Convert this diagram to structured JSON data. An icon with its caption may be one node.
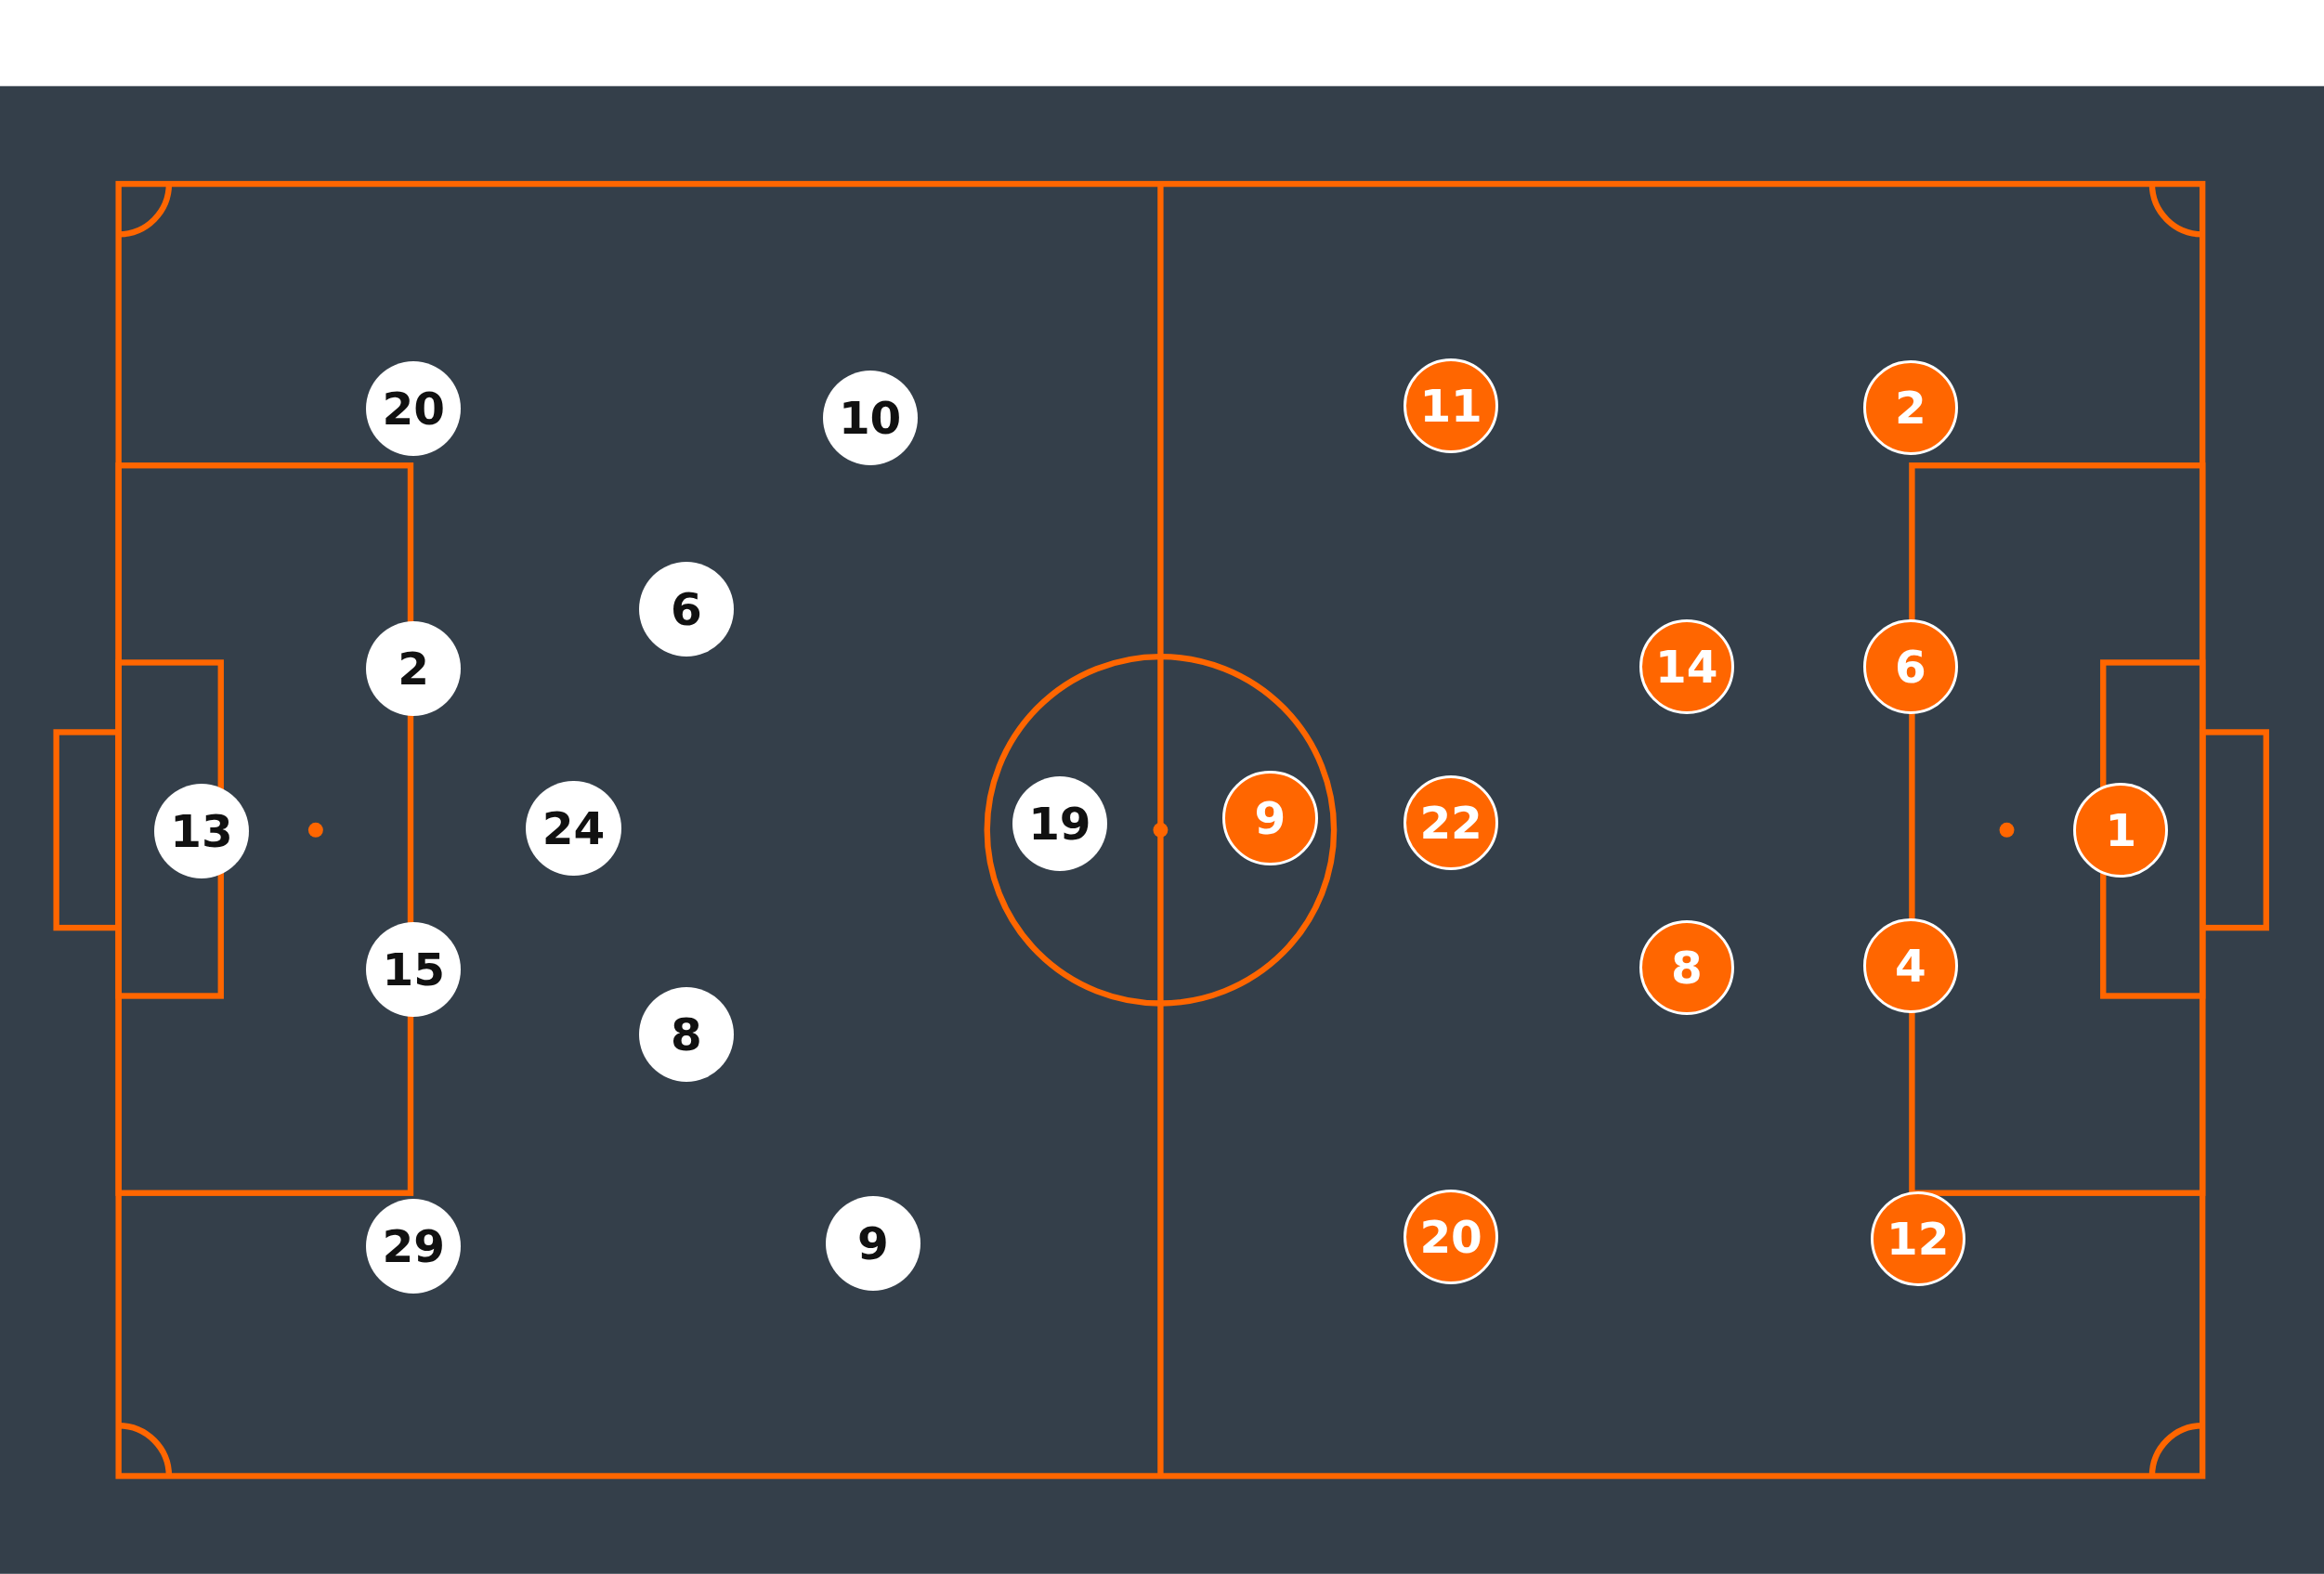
{
  "diagram": {
    "nodes": [
      {
        "text": [
          "20"
        ]
      },
      {
        "text": [
          "10"
        ]
      },
      {
        "text": [
          "6"
        ]
      },
      {
        "text": [
          "2"
        ]
      },
      {
        "text": [
          "13"
        ]
      },
      {
        "text": [
          "24"
        ]
      },
      {
        "text": [
          "19"
        ]
      },
      {
        "text": [
          "15"
        ]
      },
      {
        "text": [
          "8"
        ]
      },
      {
        "text": [
          "29"
        ]
      },
      {
        "text": [
          "9"
        ]
      },
      {
        "text": [
          "11"
        ]
      },
      {
        "text": [
          "2"
        ]
      },
      {
        "text": [
          "14"
        ]
      },
      {
        "text": [
          "6"
        ]
      },
      {
        "text": [
          "9"
        ]
      },
      {
        "text": [
          "22"
        ]
      },
      {
        "text": [
          "1"
        ]
      },
      {
        "text": [
          "8"
        ]
      },
      {
        "text": [
          "4"
        ]
      },
      {
        "text": [
          "20"
        ]
      },
      {
        "text": [
          "12"
        ]
      }
    ],
    "edges": []
  }
}
